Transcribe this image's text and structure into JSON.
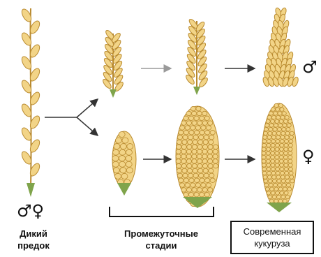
{
  "labels": {
    "wild_ancestor_line1": "Дикий",
    "wild_ancestor_line2": "предок",
    "intermediate_line1": "Промежуточные",
    "intermediate_line2": "стадии",
    "modern_line1": "Современная",
    "modern_line2": "кукуруза"
  },
  "symbols": {
    "male": "♂",
    "female": "♀",
    "male_female": "♂♀"
  },
  "colors": {
    "kernel_fill": "#f2d487",
    "kernel_stroke": "#b8892e",
    "husk_green": "#7fa44b",
    "arrow_black": "#333333",
    "arrow_gray": "#9a9a9a"
  }
}
